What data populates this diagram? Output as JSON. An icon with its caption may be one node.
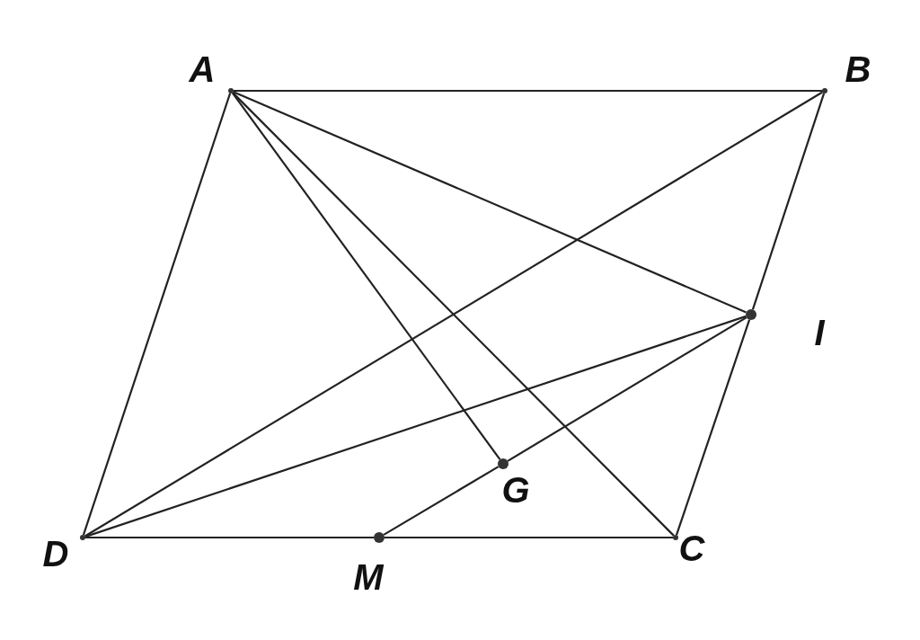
{
  "diagram": {
    "nodes": [
      {
        "text": [
          "A"
        ]
      },
      {
        "text": [
          "B"
        ]
      },
      {
        "text": [
          "I"
        ]
      },
      {
        "text": [
          "G"
        ]
      },
      {
        "text": [
          "D"
        ]
      },
      {
        "text": [
          "M"
        ]
      },
      {
        "text": [
          "C"
        ]
      }
    ],
    "edges": [
      {
        "from": 0,
        "to": 1,
        "arrow": "none"
      },
      {
        "from": 0,
        "to": 4,
        "arrow": "none"
      },
      {
        "from": 0,
        "to": 2,
        "arrow": "none"
      },
      {
        "from": 0,
        "to": 3,
        "arrow": "none"
      },
      {
        "from": 0,
        "to": 6,
        "arrow": "none"
      },
      {
        "from": 1,
        "to": 4,
        "arrow": "none"
      },
      {
        "from": 1,
        "to": 2,
        "arrow": "none"
      },
      {
        "from": 2,
        "to": 6,
        "arrow": "none"
      },
      {
        "from": 4,
        "to": 5,
        "arrow": "none"
      },
      {
        "from": 5,
        "to": 6,
        "arrow": "none"
      },
      {
        "from": 4,
        "to": 2,
        "arrow": "none"
      },
      {
        "from": 5,
        "to": 3,
        "arrow": "none"
      },
      {
        "from": 3,
        "to": 2,
        "arrow": "none"
      }
    ]
  }
}
